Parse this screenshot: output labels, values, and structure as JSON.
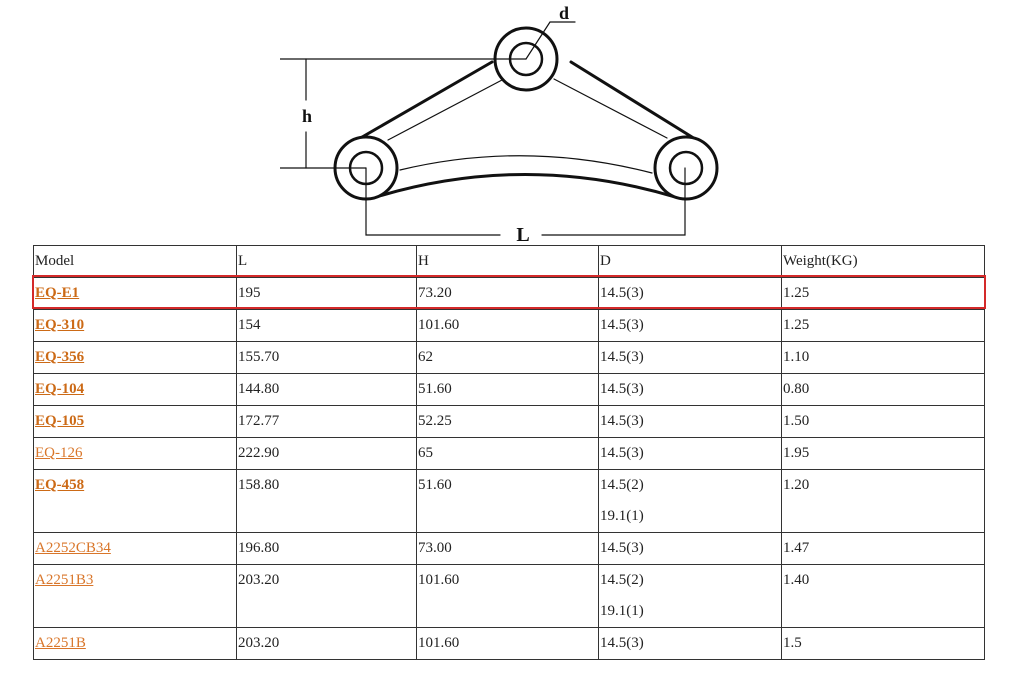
{
  "diagram": {
    "labels": {
      "d": "d",
      "h": "h",
      "L": "L"
    }
  },
  "table": {
    "headers": [
      "Model",
      "L",
      "H",
      "D",
      "Weight(KG)"
    ],
    "rows": [
      {
        "model": "EQ-E1",
        "bold": true,
        "L": "195",
        "H": "73.20",
        "D": [
          "14.5(3)"
        ],
        "weight": "1.25",
        "highlighted": true
      },
      {
        "model": "EQ-310",
        "bold": true,
        "L": "154",
        "H": "101.60",
        "D": [
          "14.5(3)"
        ],
        "weight": "1.25"
      },
      {
        "model": "EQ-356",
        "bold": true,
        "L": "155.70",
        "H": "62",
        "D": [
          "14.5(3)"
        ],
        "weight": "1.10"
      },
      {
        "model": "EQ-104",
        "bold": true,
        "L": "144.80",
        "H": "51.60",
        "D": [
          "14.5(3)"
        ],
        "weight": "0.80"
      },
      {
        "model": "EQ-105",
        "bold": true,
        "L": "172.77",
        "H": "52.25",
        "D": [
          "14.5(3)"
        ],
        "weight": "1.50"
      },
      {
        "model": "EQ-126",
        "bold": false,
        "L": "222.90",
        "H": "65",
        "D": [
          "14.5(3)"
        ],
        "weight": "1.95"
      },
      {
        "model": "EQ-458",
        "bold": true,
        "L": "158.80",
        "H": "51.60",
        "D": [
          "14.5(2)",
          "19.1(1)"
        ],
        "weight": "1.20"
      },
      {
        "model": "A2252CB34",
        "bold": false,
        "L": "196.80",
        "H": "73.00",
        "D": [
          "14.5(3)"
        ],
        "weight": "1.47"
      },
      {
        "model": "A2251B3",
        "bold": false,
        "L": "203.20",
        "H": "101.60",
        "D": [
          "14.5(2)",
          "19.1(1)"
        ],
        "weight": "1.40"
      },
      {
        "model": "A2251B",
        "bold": false,
        "L": "203.20",
        "H": "101.60",
        "D": [
          "14.5(3)"
        ],
        "weight": "1.5"
      }
    ]
  },
  "colors": {
    "link": "#d9762a",
    "link_bold": "#cc6a16",
    "highlight": "#d42a2a",
    "border": "#333333"
  }
}
